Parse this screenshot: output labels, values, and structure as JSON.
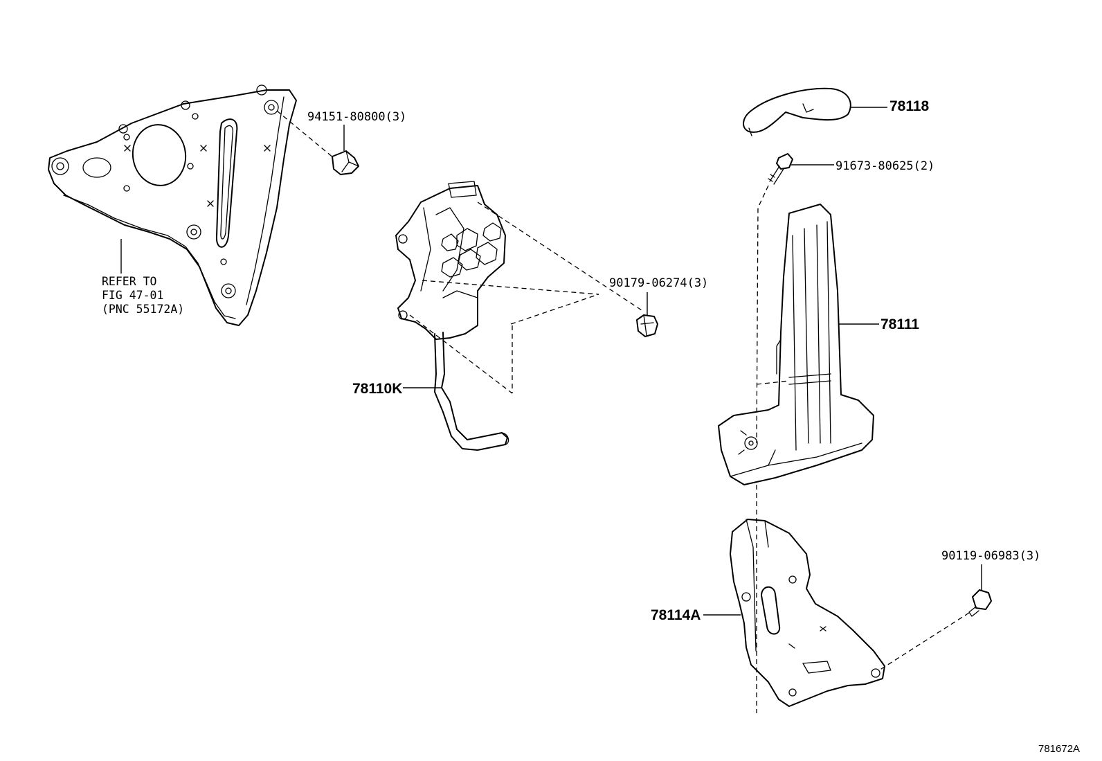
{
  "callouts": {
    "clip_94151": "94151-80800(3)",
    "reference": [
      "REFER TO",
      "FIG 47-01",
      "(PNC 55172A)"
    ],
    "pedal_assy": "78110K",
    "nut_90179": "90179-06274(3)",
    "cover_78118": "78118",
    "screw_91673": "91673-80625(2)",
    "pad_78111": "78111",
    "bracket_78114A": "78114A",
    "bolt_90119": "90119-06983(3)"
  },
  "illustration_id": "781672A"
}
